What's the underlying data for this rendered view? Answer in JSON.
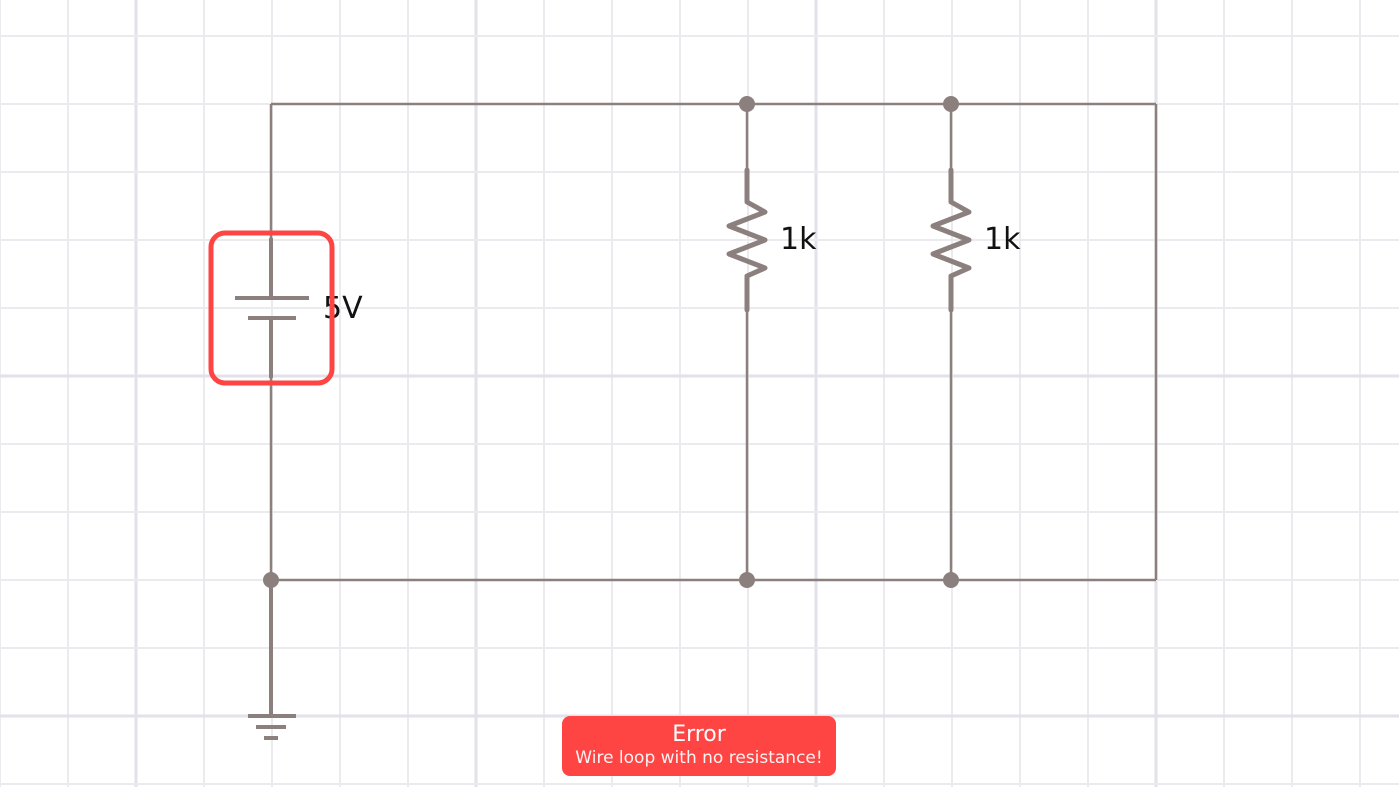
{
  "colors": {
    "wire": "#8c807e",
    "grid_minor": "#ebebef",
    "grid_major": "#e2e2ea",
    "selection": "#ff4444",
    "error_bg": "#ff4444",
    "error_text": "#ffffff"
  },
  "components": {
    "battery": {
      "label": "5V"
    },
    "resistor_1": {
      "label": "1k"
    },
    "resistor_2": {
      "label": "1k"
    }
  },
  "error": {
    "title": "Error",
    "message": "Wire loop with no resistance!"
  }
}
